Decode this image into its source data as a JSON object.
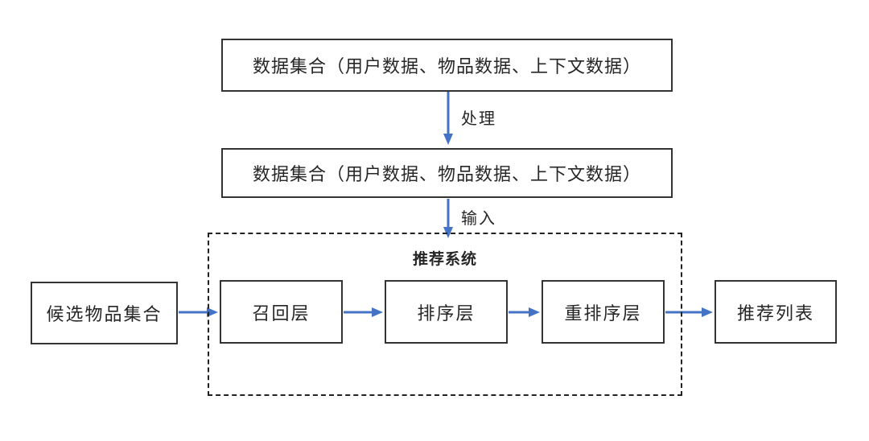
{
  "diagram": {
    "type": "flowchart",
    "system_title": "推荐系统",
    "nodes": {
      "raw_data": {
        "label": "数据集合（用户数据、物品数据、上下文数据）"
      },
      "processed_data": {
        "label": "数据集合（用户数据、物品数据、上下文数据）"
      },
      "candidate_items": {
        "label": "候选物品集合"
      },
      "recall_layer": {
        "label": "召回层"
      },
      "ranking_layer": {
        "label": "排序层"
      },
      "rerank_layer": {
        "label": "重排序层"
      },
      "recommendation_list": {
        "label": "推荐列表"
      }
    },
    "edge_labels": {
      "process": "处理",
      "input": "输入"
    },
    "colors": {
      "arrow": "#4472c4",
      "border": "#333333",
      "text": "#262626",
      "background": "#ffffff"
    }
  }
}
